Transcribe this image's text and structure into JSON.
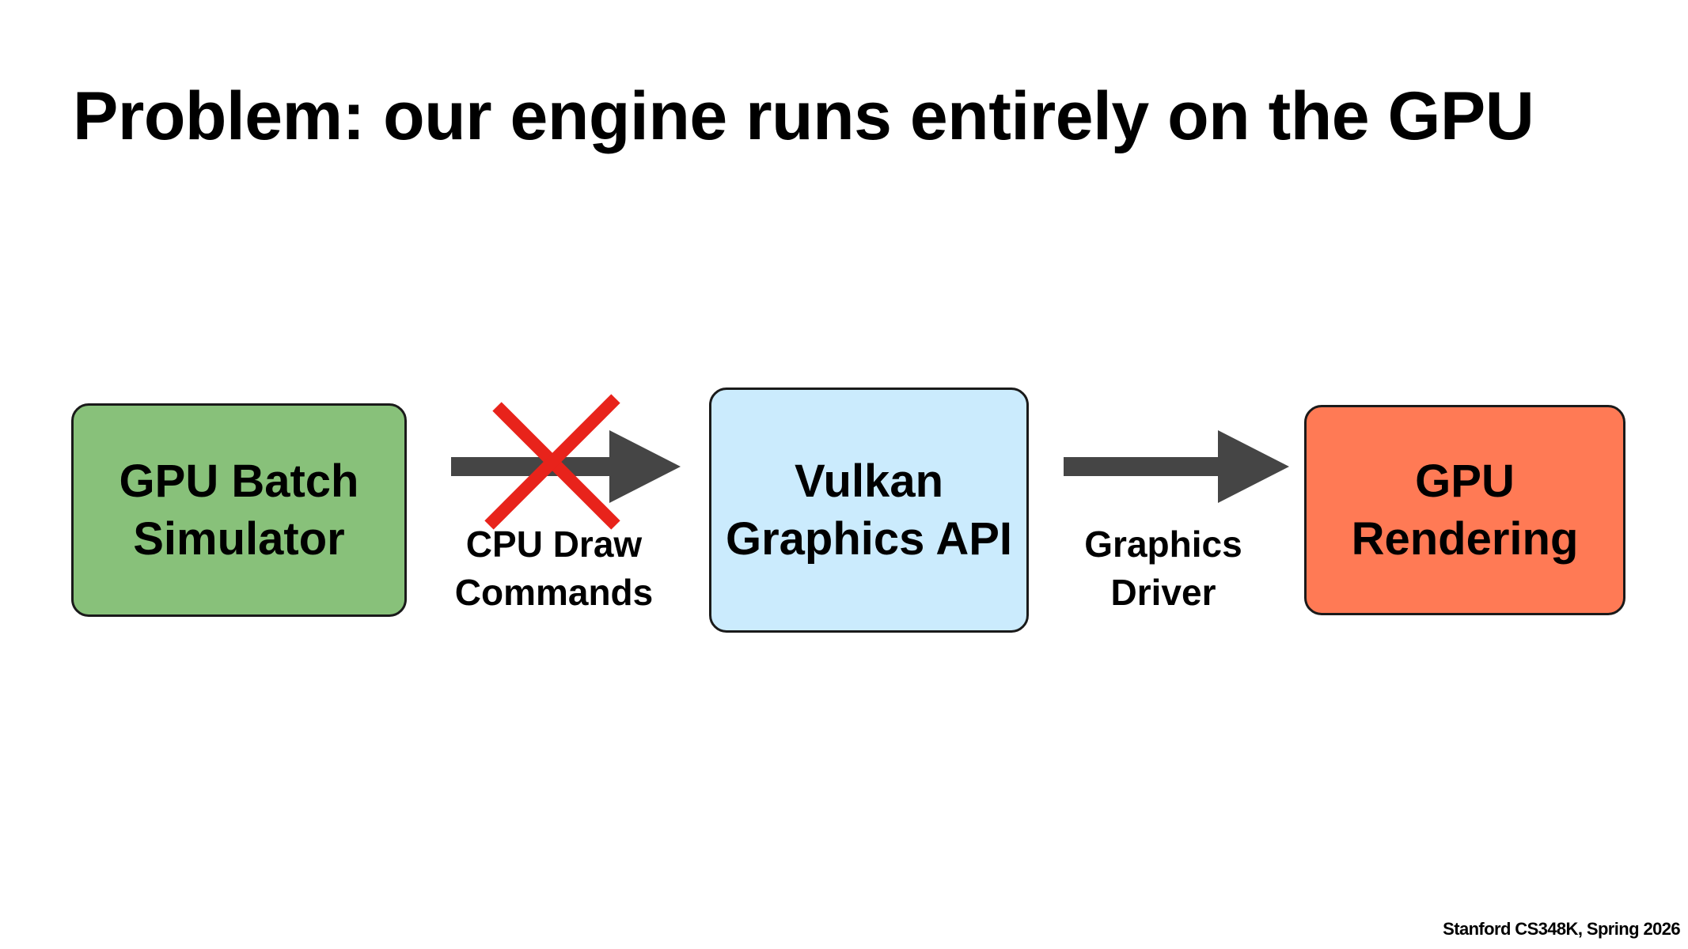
{
  "title": "Problem: our engine runs entirely on the GPU",
  "nodes": {
    "simulator": {
      "line1": "GPU Batch",
      "line2": "Simulator",
      "color": "#88c17a"
    },
    "vulkan": {
      "line1": "Vulkan",
      "line2": "Graphics API",
      "color": "#cbebfd"
    },
    "gpu": {
      "line1": "GPU",
      "line2": "Rendering",
      "color": "#ff7a55"
    }
  },
  "edges": {
    "cpu_draw": {
      "line1": "CPU Draw",
      "line2": "Commands",
      "crossed": true
    },
    "driver": {
      "line1": "Graphics",
      "line2": "Driver",
      "crossed": false
    }
  },
  "colors": {
    "arrow": "#454545",
    "cross": "#e8231b"
  },
  "footer": "Stanford CS348K, Spring 2026"
}
